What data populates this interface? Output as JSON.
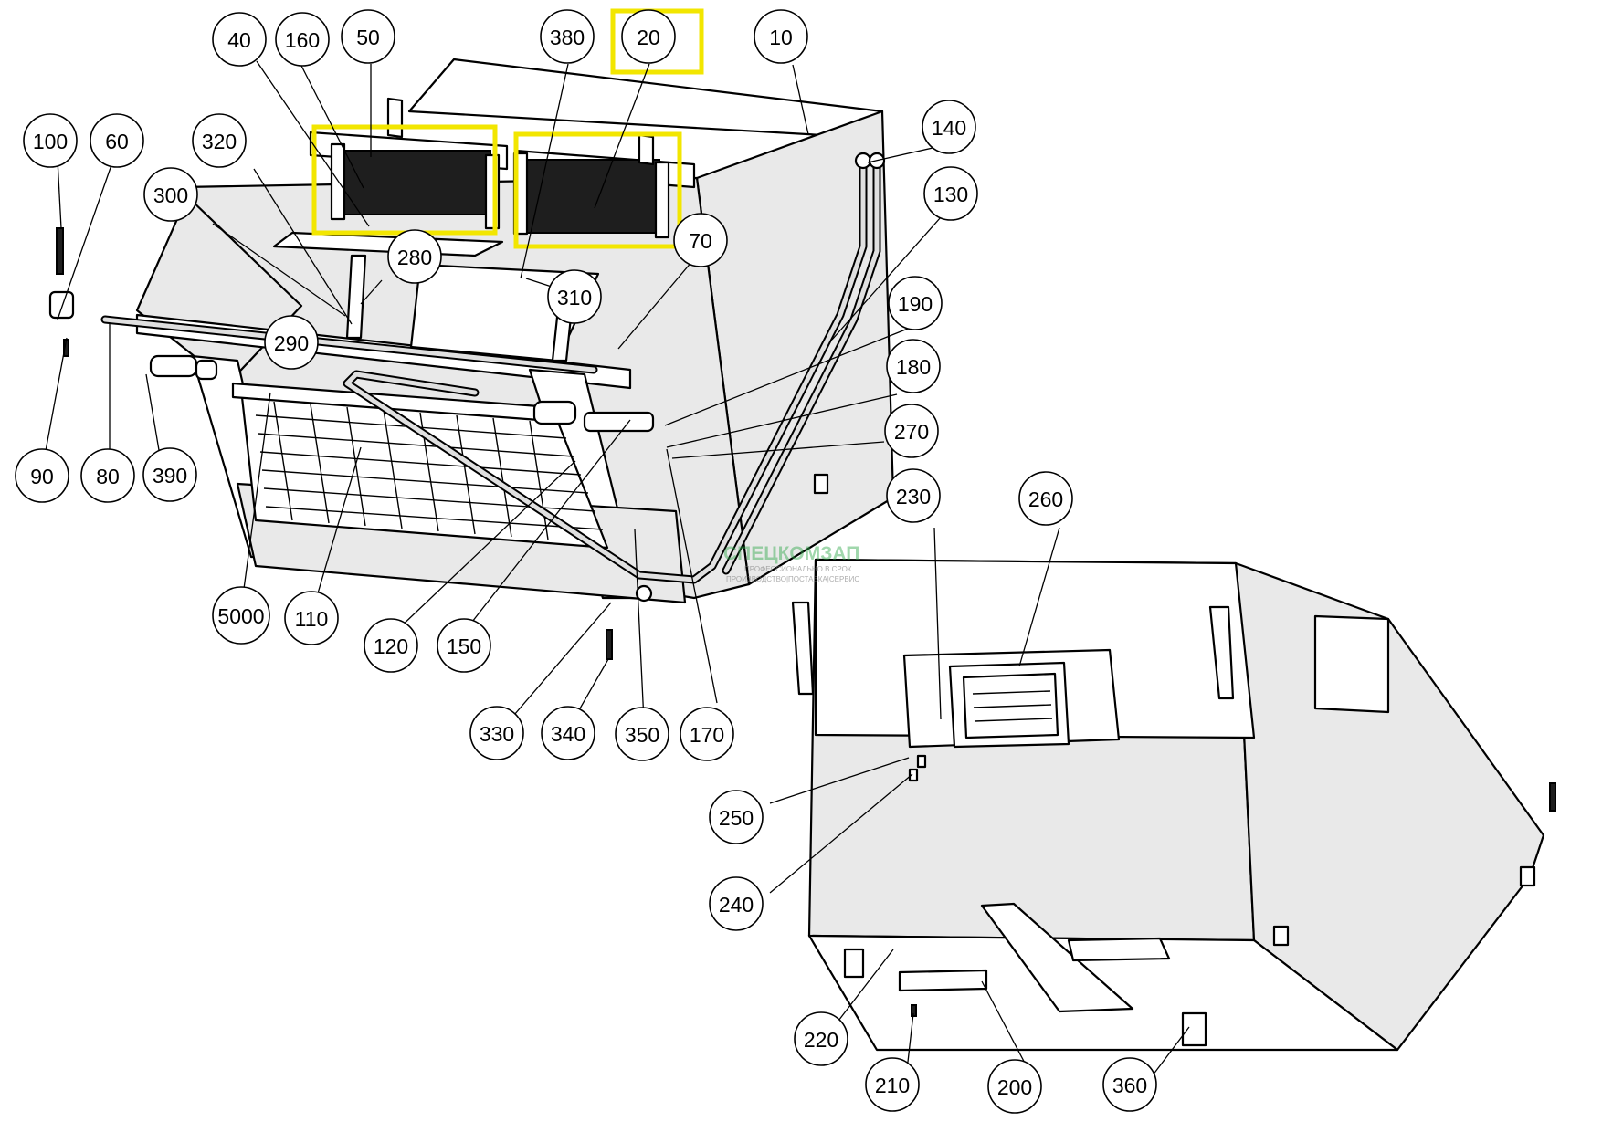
{
  "callouts": [
    {
      "id": "c10",
      "label": "10"
    },
    {
      "id": "c20",
      "label": "20",
      "highlighted": true
    },
    {
      "id": "c40",
      "label": "40"
    },
    {
      "id": "c50",
      "label": "50"
    },
    {
      "id": "c60",
      "label": "60"
    },
    {
      "id": "c70",
      "label": "70"
    },
    {
      "id": "c80",
      "label": "80"
    },
    {
      "id": "c90",
      "label": "90"
    },
    {
      "id": "c100",
      "label": "100"
    },
    {
      "id": "c110",
      "label": "110"
    },
    {
      "id": "c120",
      "label": "120"
    },
    {
      "id": "c130",
      "label": "130"
    },
    {
      "id": "c140",
      "label": "140"
    },
    {
      "id": "c150",
      "label": "150"
    },
    {
      "id": "c160",
      "label": "160"
    },
    {
      "id": "c170",
      "label": "170"
    },
    {
      "id": "c180",
      "label": "180"
    },
    {
      "id": "c190",
      "label": "190"
    },
    {
      "id": "c200",
      "label": "200"
    },
    {
      "id": "c210",
      "label": "210"
    },
    {
      "id": "c220",
      "label": "220"
    },
    {
      "id": "c230",
      "label": "230"
    },
    {
      "id": "c240",
      "label": "240"
    },
    {
      "id": "c250",
      "label": "250"
    },
    {
      "id": "c260",
      "label": "260"
    },
    {
      "id": "c270",
      "label": "270"
    },
    {
      "id": "c280",
      "label": "280"
    },
    {
      "id": "c290",
      "label": "290"
    },
    {
      "id": "c300",
      "label": "300"
    },
    {
      "id": "c310",
      "label": "310"
    },
    {
      "id": "c320",
      "label": "320"
    },
    {
      "id": "c330",
      "label": "330"
    },
    {
      "id": "c340",
      "label": "340"
    },
    {
      "id": "c350",
      "label": "350"
    },
    {
      "id": "c360",
      "label": "360"
    },
    {
      "id": "c380",
      "label": "380"
    },
    {
      "id": "c390",
      "label": "390"
    },
    {
      "id": "c5000",
      "label": "5000"
    }
  ],
  "highlight_color": "#f2e600",
  "watermark": {
    "brand": "СПЕЦКОМЗАП",
    "tagline_1": "ПРОФЕССИОНАЛЬНО В СРОК",
    "tagline_2": "ПРОИЗВОДСТВО|ПОСТАВКА|СЕРВИС",
    "color": "#2ea84a"
  }
}
